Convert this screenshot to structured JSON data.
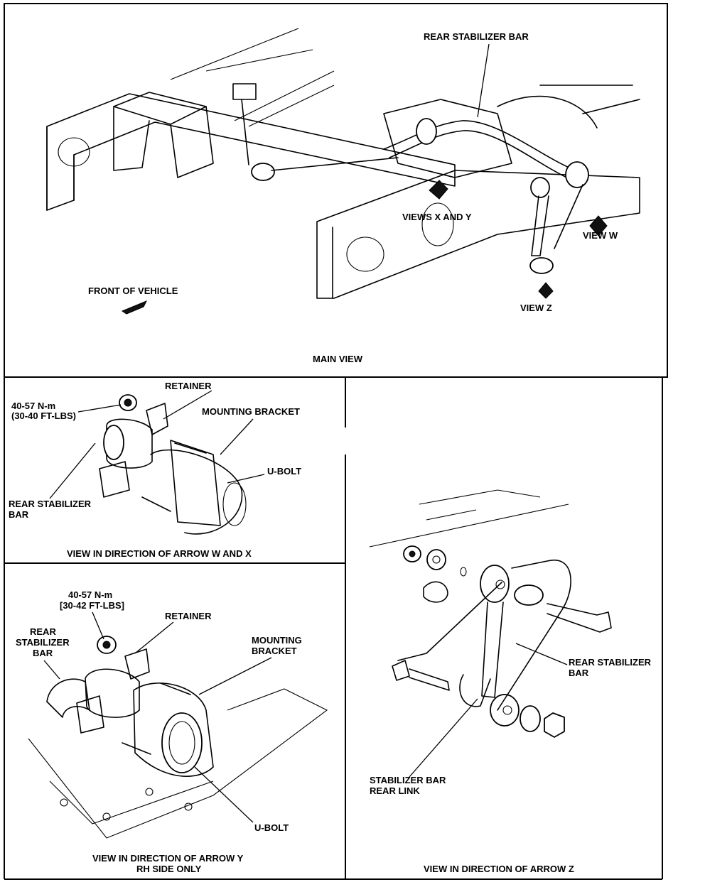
{
  "main_view": {
    "caption": "MAIN VIEW",
    "labels": {
      "rear_stabilizer_bar": "REAR STABILIZER BAR",
      "views_x_and_y": "VIEWS X AND Y",
      "view_w": "VIEW W",
      "view_z": "VIEW Z",
      "front_of_vehicle": "FRONT OF VEHICLE"
    }
  },
  "view_wx": {
    "caption": "VIEW IN DIRECTION OF ARROW W AND X",
    "labels": {
      "torque_nm": "40-57 N-m",
      "torque_ftlbs": "(30-40 FT-LBS)",
      "retainer": "RETAINER",
      "mounting_bracket": "MOUNTING BRACKET",
      "u_bolt": "U-BOLT",
      "rear_stabilizer_bar_1": "REAR STABILIZER",
      "rear_stabilizer_bar_2": "BAR"
    }
  },
  "view_y": {
    "caption_1": "VIEW IN DIRECTION OF ARROW Y",
    "caption_2": "RH SIDE ONLY",
    "labels": {
      "torque_nm": "40-57 N-m",
      "torque_ftlbs": "[30-42 FT-LBS]",
      "retainer": "RETAINER",
      "mounting_1": "MOUNTING",
      "bracket_2": "BRACKET",
      "rear_1": "REAR",
      "stabilizer_2": "STABILIZER",
      "bar_3": "BAR",
      "u_bolt": "U-BOLT"
    }
  },
  "view_z": {
    "caption": "VIEW IN DIRECTION OF ARROW Z",
    "labels": {
      "rear_stabilizer_bar_1": "REAR STABILIZER",
      "rear_stabilizer_bar_2": "BAR",
      "stabilizer_bar_rear_link_1": "STABILIZER BAR",
      "stabilizer_bar_rear_link_2": "REAR LINK"
    }
  },
  "colors": {
    "ink": "#000000",
    "paper": "#ffffff"
  }
}
